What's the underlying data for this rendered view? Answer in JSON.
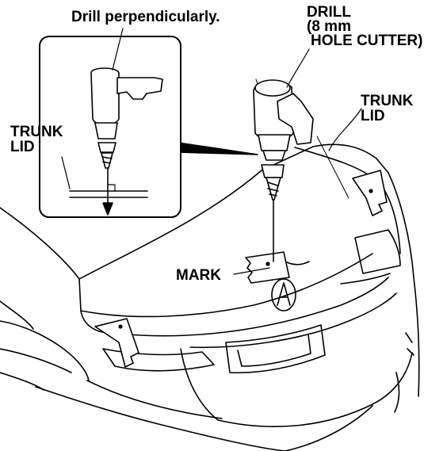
{
  "labels": {
    "drill_note": "Drill perpendicularly.",
    "drill_line1": "DRILL",
    "drill_line2": "(8 mm",
    "drill_line3": "HOLE CUTTER)",
    "trunk_lid_inset_line1": "TRUNK",
    "trunk_lid_inset_line2": "LID",
    "trunk_lid_line1": "TRUNK",
    "trunk_lid_line2": "LID",
    "mark": "MARK"
  },
  "colors": {
    "line": "#000000",
    "background": "#ffffff"
  }
}
